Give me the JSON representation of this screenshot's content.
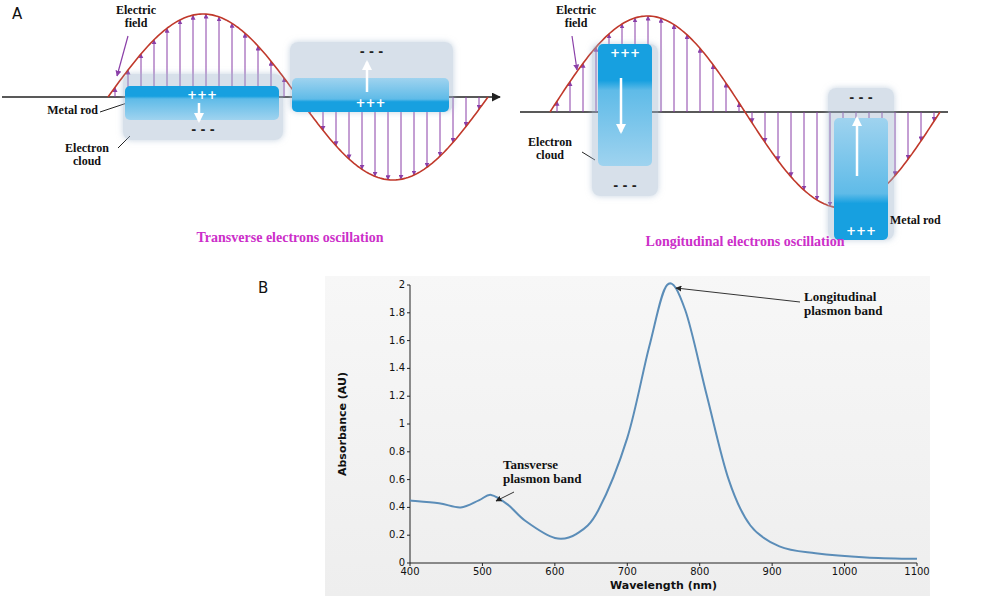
{
  "diagram": {
    "nodes": [
      {
        "text": [
          "- - -"
        ]
      },
      {
        "text": [
          "+++"
        ],
        "in": 0
      },
      {
        "text": [
          "- - -"
        ]
      },
      {
        "text": [
          "+++"
        ],
        "in": 2
      },
      {
        "text": [
          "- - -"
        ]
      },
      {
        "text": [
          "+++"
        ],
        "in": 4
      },
      {
        "text": [
          "- - -"
        ]
      },
      {
        "text": [
          "+++"
        ],
        "in": 6
      }
    ],
    "labels": [
      "A",
      "Electric field",
      "Metal rod",
      "Electron cloud",
      "Transverse electrons oscillation",
      "Electric field",
      "Electron cloud",
      "Metal rod",
      "Longitudinal electrons oscillation",
      "B",
      "0",
      "0.2",
      "0.4",
      "0.6",
      "0.8",
      "1",
      "1.2",
      "1.4",
      "1.6",
      "1.8",
      "2",
      "400",
      "500",
      "600",
      "700",
      "800",
      "900",
      "1000",
      "1100",
      "Absorbance (AU)",
      "Wavelength (nm)",
      "Tansverse plasmon band",
      "Longitudinal plasmon band"
    ]
  }
}
